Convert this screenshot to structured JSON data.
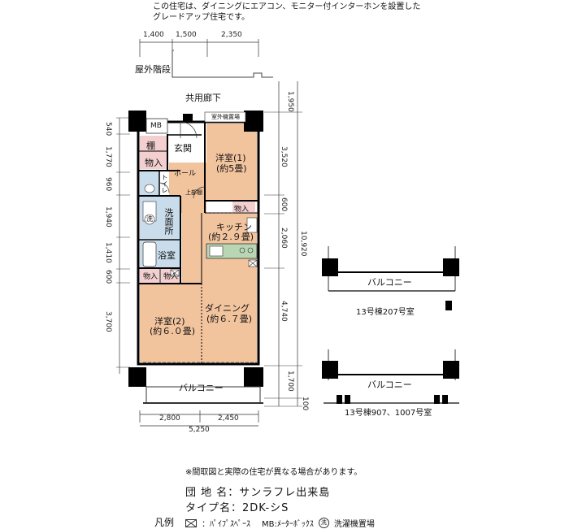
{
  "header": {
    "line1": "この住宅は、ダイニングにエアコン、モニター付インターホンを設置した",
    "line2": "グレードアップ住宅です。"
  },
  "dimensions": {
    "top": [
      "1,400",
      "1,500",
      "2,350"
    ],
    "bottom": [
      "2,800",
      "2,450"
    ],
    "bottom_total": "5,250",
    "left": [
      "540",
      "1,770",
      "960",
      "1,940",
      "1,410",
      "600",
      "3,700"
    ],
    "right_inner": [
      "1,950",
      "3,520",
      "600",
      "2,060",
      "4,740",
      "1,700",
      "100"
    ],
    "right_total": "10,920"
  },
  "plan": {
    "outdoor_stairs": "屋外階段",
    "corridor": "共用廊下",
    "outdoor_unit": "室外機置場",
    "mb": "MB",
    "entrance": "玄関",
    "shelf": "棚",
    "storage": "物入",
    "hall": "ホール",
    "toilet": "トイレ",
    "upper_storage": "上部棚",
    "washroom": "洗面所",
    "bath": "浴室",
    "kitchen": "キッチン",
    "kitchen_size": "(約２.９畳)",
    "western1": "洋室(1)",
    "western1_size": "(約5畳)",
    "western2": "洋室(2)",
    "western2_size": "(約６.０畳)",
    "dining": "ダイニング",
    "dining_size": "(約６.７畳)",
    "balcony": "バルコニー",
    "washer": "洗"
  },
  "variants": [
    {
      "balcony": "バルコニー",
      "caption": "13号棟207号室"
    },
    {
      "balcony": "バルコニー",
      "caption": "13号棟907、1007号室"
    }
  ],
  "footer": {
    "note": "※間取図と実際の住宅が異なる場合があります。",
    "complex_label": "団 地 名：",
    "complex_name": "サンラフレ出来島",
    "type_label": "タイプ名：",
    "type_name": "2DK-シS",
    "legend_title": "凡例",
    "legend_pipe": "：ﾊﾟｲﾌﾟｽﾍﾟｰｽ",
    "legend_mb": "MB:ﾒｰﾀｰﾎﾞｯｸｽ",
    "legend_washer_icon": "洗",
    "legend_washer": "洗濯機置場"
  },
  "colors": {
    "room_fill": "#f2c49e",
    "wet_fill": "#c9dceb",
    "storage_fill": "#f3cfcf",
    "wall": "#000000"
  }
}
